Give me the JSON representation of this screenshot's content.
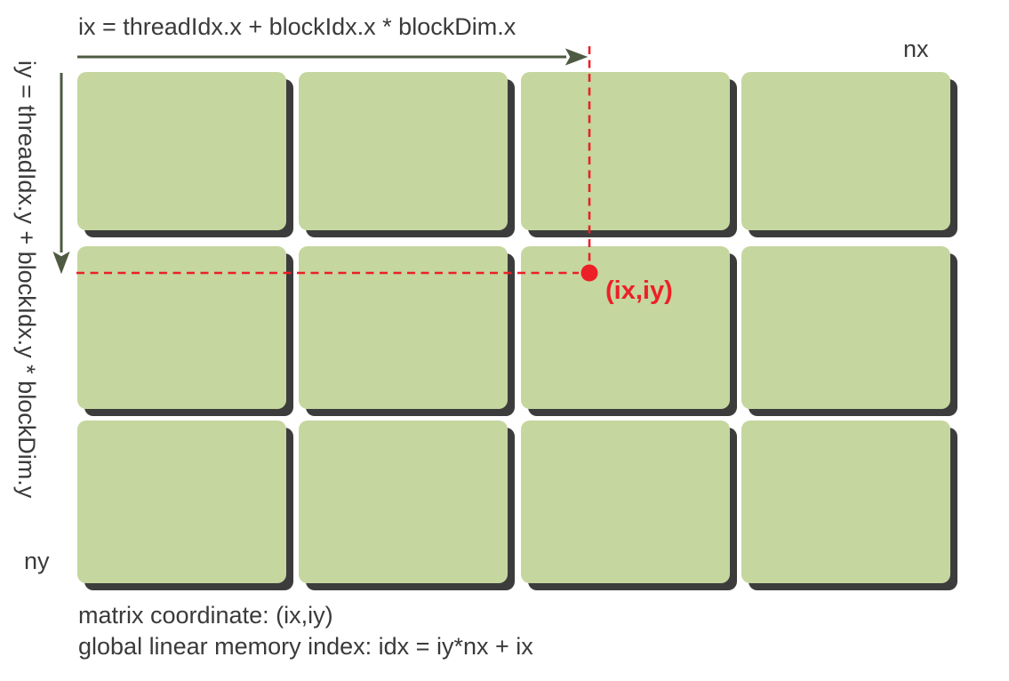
{
  "title": "CUDA 2D grid thread-to-matrix index mapping diagram",
  "labels": {
    "ix_formula": "ix = threadIdx.x + blockIdx.x * blockDim.x",
    "iy_formula": "iy = threadIdx.y + blockIdx.y * blockDim.y",
    "nx": "nx",
    "ny": "ny",
    "point": "(ix,iy)"
  },
  "captions": {
    "line1": "matrix coordinate: (ix,iy)",
    "line2": "global linear memory index: idx = iy*nx + ix"
  },
  "grid": {
    "rows": 3,
    "cols": 4,
    "cell_meaning": "thread block"
  },
  "colors": {
    "background": "#ffffff",
    "block_fill": "#c5d69e",
    "block_shadow": "#3c3c3c",
    "arrow": "#4e5a41",
    "text": "#3a3a3a",
    "accent_red": "#ec2027"
  }
}
